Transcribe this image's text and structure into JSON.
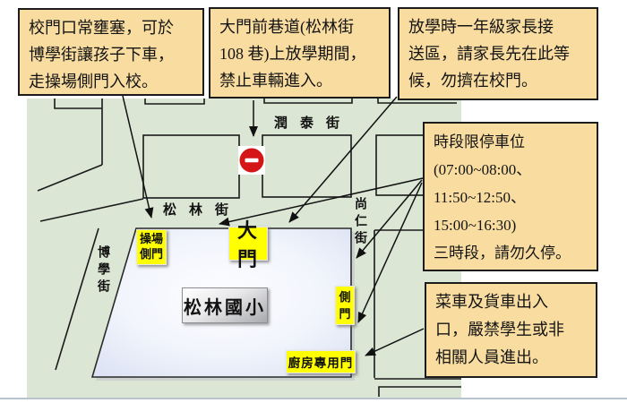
{
  "colors": {
    "map_background": "#DBE6D4",
    "callout_background": "#F9DCA0",
    "callout_border": "#1C1C1C",
    "gate_label_background": "#FFFF00",
    "no_entry_red": "#D51616",
    "school_fill_edge": "#DDE3F4"
  },
  "callouts": {
    "gate_congestion": {
      "lines": [
        "校門口常壅塞，可於",
        "博學街讓孩子下車，",
        "走操場側門入校。"
      ]
    },
    "lane_no_entry": {
      "lines": [
        "大門前巷道(松林街",
        "108 巷)上放學期間，",
        "禁止車輛進入。"
      ]
    },
    "pickup_zone": {
      "lines": [
        "放學時一年級家長接",
        "送區，請家長先在此等",
        "候，勿擠在校門。"
      ]
    },
    "timed_parking": {
      "lines": [
        "時段限停車位",
        "(07:00~08:00、",
        "11:50~12:50、",
        "15:00~16:30)",
        "三時段，請勿久停。"
      ]
    },
    "delivery_gate": {
      "lines": [
        "菜車及貨車出入",
        "口，嚴禁學生或非",
        "相關人員進出。"
      ]
    }
  },
  "map": {
    "school_name": "松林國小",
    "streets": {
      "runtai": "潤泰街",
      "songlin": "松林街",
      "shangren": "尚仁街",
      "boxue": "博學街"
    },
    "gates": {
      "playground_side": "操場側門",
      "main": "大門",
      "side": "側門",
      "kitchen": "廚房專用門"
    }
  }
}
